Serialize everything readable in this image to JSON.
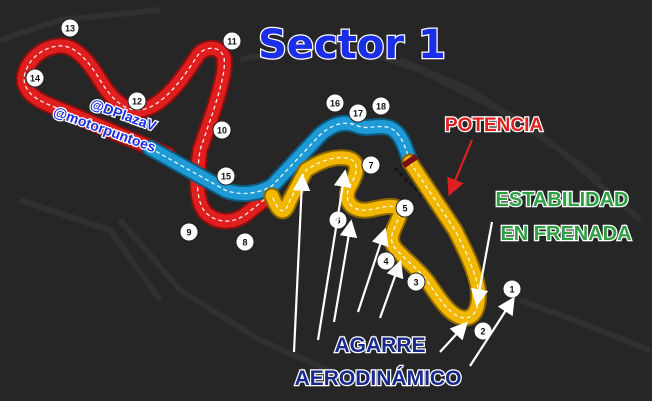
{
  "title": "Sector 1",
  "watermark_line1": "@DPlazaV",
  "watermark_line2": "@motorpuntoes",
  "labels": {
    "potencia": "POTENCIA",
    "estabilidad_1": "ESTABILIDAD",
    "estabilidad_2": "EN FRENADA",
    "agarre_1": "AGARRE",
    "agarre_2": "AERODINÁMICO"
  },
  "corners": [
    "1",
    "2",
    "3",
    "4",
    "5",
    "6",
    "7",
    "8",
    "9",
    "10",
    "11",
    "12",
    "13",
    "14",
    "15",
    "16",
    "17",
    "18"
  ],
  "colors": {
    "background": "#262626",
    "sector_yellow": "#f2b800",
    "sector_blue": "#1e9ad6",
    "sector_red": "#e01e1e",
    "title_blue": "#1a2ee8",
    "potencia_red": "#e02020",
    "estabilidad_green": "#2ea043",
    "agarre_navy": "#1a2a8c"
  }
}
